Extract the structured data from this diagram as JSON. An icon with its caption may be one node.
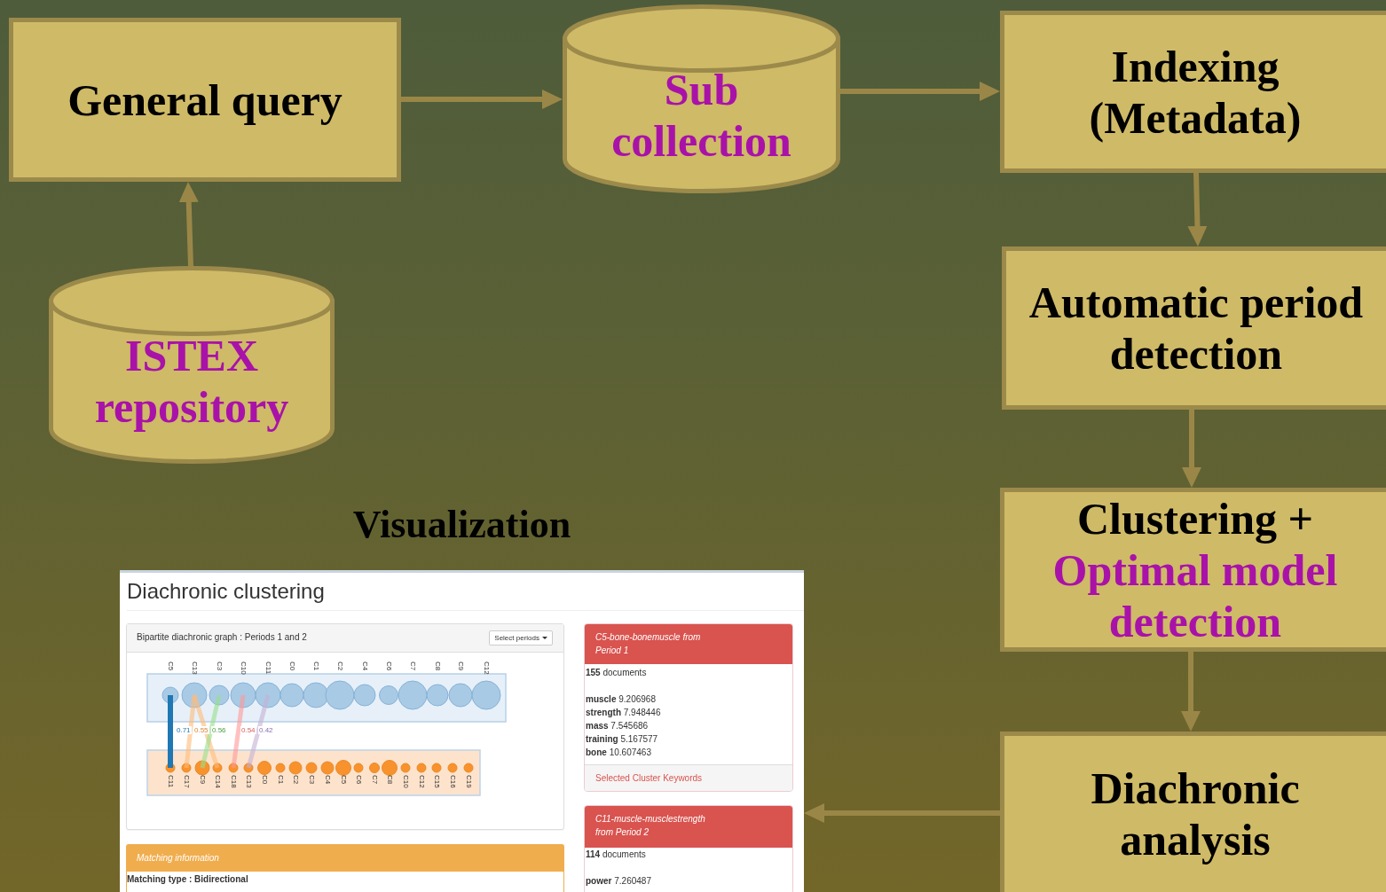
{
  "diagram": {
    "nodes": [
      {
        "text": [
          "General query"
        ]
      },
      {
        "text": [
          "Sub collection"
        ]
      },
      {
        "text": [
          "Indexing (Metadata)"
        ]
      },
      {
        "text": [
          "ISTEX repository"
        ]
      },
      {
        "text": [
          "Automatic period detection"
        ]
      },
      {
        "text": [
          "Clustering +",
          "Optimal model detection"
        ]
      },
      {
        "text": [
          "Diachronic analysis"
        ]
      },
      {
        "text": [
          "Visualization",
          "Diachronic clustering"
        ]
      },
      {
        "text": [
          "Bipartite diachronic graph : Periods 1 and 2"
        ],
        "in": 7
      },
      {
        "text": [
          "Select periods"
        ],
        "in": 8
      },
      {
        "text": [
          "Matching information",
          "Matching type : Bidirectional"
        ],
        "in": 7
      },
      {
        "text": [
          "C5-bone-bonemuscle from Period 1",
          "**155** documents",
          "**muscle** 9.206968",
          "**strength** 7.948446",
          "**mass** 7.545686",
          "**training** 5.167577",
          "**bone** 10.607463",
          "Selected Cluster Keywords"
        ],
        "in": 7
      },
      {
        "text": [
          "C11-muscle-musclestrength from Period 2",
          "**114** documents",
          "**power** 7.260487"
        ],
        "in": 7
      }
    ],
    "edges": [
      {
        "from": 3,
        "to": 0,
        "arrow": "to"
      },
      {
        "from": 0,
        "to": 1,
        "arrow": "to"
      },
      {
        "from": 1,
        "to": 2,
        "arrow": "to"
      },
      {
        "from": 2,
        "to": 4,
        "arrow": "to"
      },
      {
        "from": 4,
        "to": 5,
        "arrow": "to"
      },
      {
        "from": 5,
        "to": 6,
        "arrow": "to"
      },
      {
        "from": 6,
        "to": 7,
        "arrow": "to"
      }
    ],
    "labels": [
      "C5",
      "C13",
      "C3",
      "C10",
      "C11",
      "C0",
      "C1",
      "C2",
      "C4",
      "C6",
      "C7",
      "C8",
      "C9",
      "C12",
      "0.71",
      "0.55",
      "0.56",
      "0.54",
      "0.42",
      "C11",
      "C17",
      "C9",
      "C14",
      "C18",
      "C13",
      "C0",
      "C1",
      "C2",
      "C3",
      "C4",
      "C5",
      "C6",
      "C7",
      "C8",
      "C10",
      "C12",
      "C15",
      "C16",
      "C19"
    ]
  }
}
